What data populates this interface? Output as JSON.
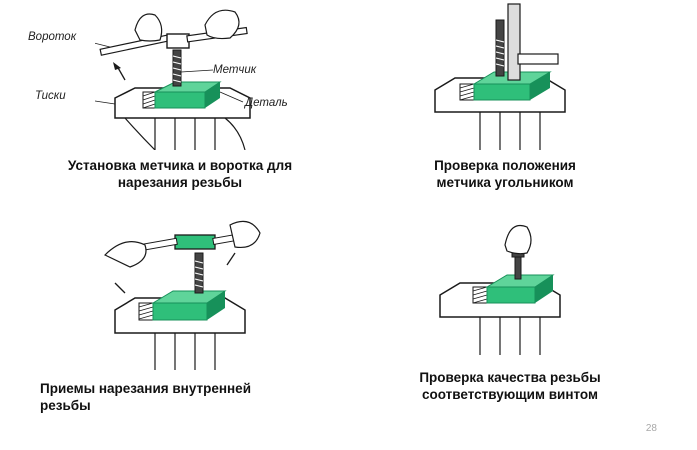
{
  "labels": {
    "tap_wrench": "Вороток",
    "tap": "Метчик",
    "vise": "Тиски",
    "part": "Деталь"
  },
  "captions": {
    "c1_line1": "Установка метчика и воротка для",
    "c1_line2": "нарезания резьбы",
    "c2_line1": "Проверка положения",
    "c2_line2": "метчика угольником",
    "c3_line1": "Приемы нарезания внутренней",
    "c3_line2": "резьбы",
    "c4_line1": "Проверка качества резьбы",
    "c4_line2": "соответствующим винтом"
  },
  "page_number": "28",
  "colors": {
    "green": "#2fbf7a",
    "green_dark": "#17915a",
    "ink": "#1a1a1a"
  }
}
